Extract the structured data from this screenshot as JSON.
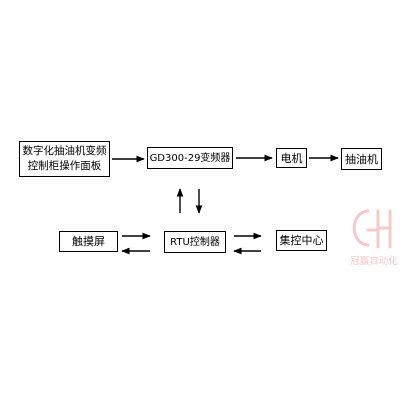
{
  "diagram": {
    "nodes": {
      "control_panel": {
        "lines": [
          "数字化抽油机变频",
          "控制柜操作面板"
        ]
      },
      "inverter": {
        "label": "GD300-29变频器"
      },
      "motor": {
        "label": "电机"
      },
      "pumping_unit": {
        "label": "抽油机"
      },
      "touch_screen": {
        "label": "触摸屏"
      },
      "rtu": {
        "label": "RTU控制器"
      },
      "central_control": {
        "label": "集控中心"
      }
    },
    "edges": [
      {
        "from": "control_panel",
        "to": "inverter",
        "direction": "forward"
      },
      {
        "from": "inverter",
        "to": "motor",
        "direction": "forward"
      },
      {
        "from": "motor",
        "to": "pumping_unit",
        "direction": "forward"
      },
      {
        "from": "inverter",
        "to": "rtu",
        "direction": "bidirectional"
      },
      {
        "from": "touch_screen",
        "to": "rtu",
        "direction": "bidirectional"
      },
      {
        "from": "rtu",
        "to": "central_control",
        "direction": "bidirectional"
      }
    ]
  },
  "watermark": {
    "text": "冠赢自动化",
    "color": "#f3c6c6"
  }
}
